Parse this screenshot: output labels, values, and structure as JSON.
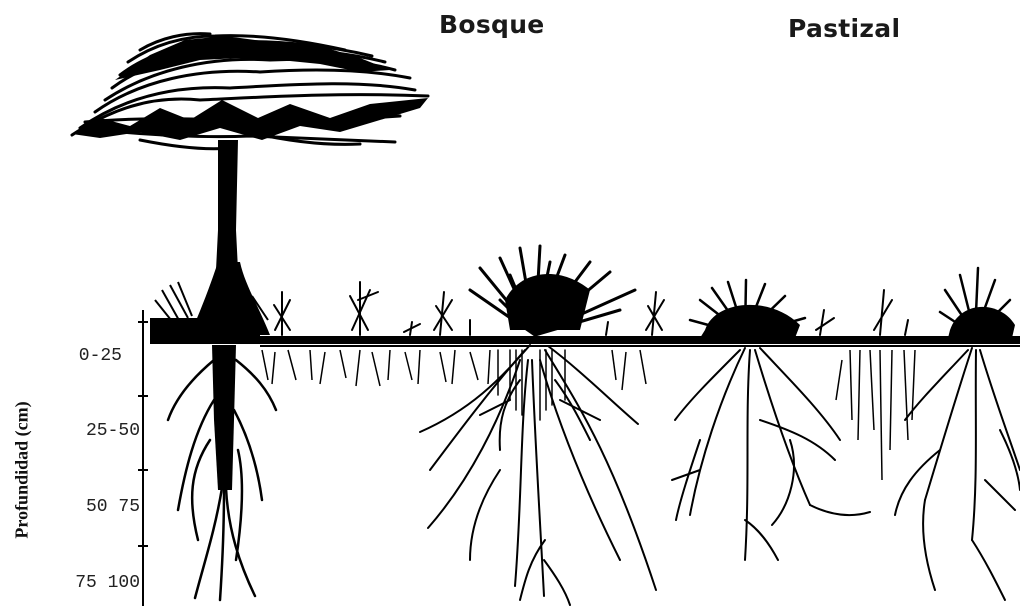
{
  "titles": {
    "bosque": "Bosque",
    "pastizal": "Pastizal"
  },
  "axis": {
    "title": "Profundidad (cm)",
    "depth_labels": [
      "0-25",
      "25-50",
      "50 75",
      "75 100"
    ]
  },
  "colors": {
    "ink": "#000000",
    "background": "#ffffff"
  },
  "figures": [
    {
      "name": "tree",
      "kind": "tree-with-taproot"
    },
    {
      "name": "forest-shrub",
      "kind": "shrub-with-roots"
    },
    {
      "name": "grass-clump-1",
      "kind": "grass-with-roots"
    },
    {
      "name": "grass-clump-2",
      "kind": "grass-with-roots"
    }
  ]
}
